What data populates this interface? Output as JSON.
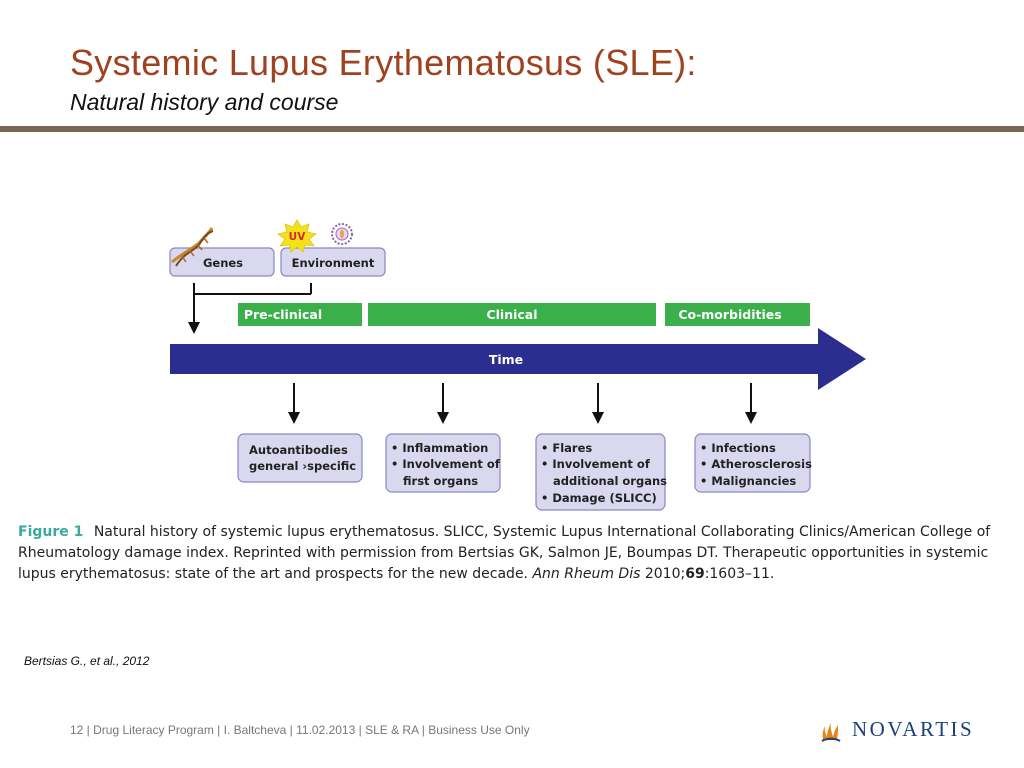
{
  "slide": {
    "title": "Systemic Lupus Erythematosus (SLE):",
    "subtitle": "Natural history and course"
  },
  "diagram": {
    "inputs": {
      "genes": "Genes",
      "environment": "Environment",
      "uv": "UV"
    },
    "phases": [
      "Pre-clinical",
      "Clinical",
      "Co-morbidities"
    ],
    "timeline_label": "Time",
    "outcomes": [
      {
        "lines": [
          "Autoantibodies",
          "general ›specific"
        ]
      },
      {
        "lines": [
          "• Inflammation",
          "• Involvement of",
          "   first organs"
        ]
      },
      {
        "lines": [
          "• Flares",
          "• Involvement of",
          "   additional organs",
          "• Damage (SLICC)"
        ]
      },
      {
        "lines": [
          "• Infections",
          "• Atherosclerosis",
          "• Malignancies"
        ]
      }
    ],
    "colors": {
      "phase_bar": "#3bb04a",
      "time_arrow": "#2b2d8f",
      "box_fill": "#d9d8ef",
      "box_border": "#8a87c2",
      "uv_burst": "#f3e21a",
      "uv_text": "#d9272e"
    }
  },
  "caption": {
    "label": "Figure 1",
    "text1": "Natural history of systemic lupus erythematosus. SLICC, Systemic Lupus International Collaborating Clinics/American College of Rheumatology damage index. Reprinted with permission from Bertsias GK, Salmon JE, Boumpas DT. Therapeutic opportunities in systemic lupus erythematosus: state of the art and prospects for the new decade.",
    "journal": "Ann Rheum Dis",
    "year": "2010;",
    "volume": "69",
    "pages": ":1603–11."
  },
  "reference": "Bertsias G., et al., 2012",
  "footer": "12  |  Drug Literacy Program  |  I. Baltcheva  |  11.02.2013  |  SLE & RA  |  Business Use Only",
  "logo": {
    "text": "NOVARTIS",
    "color": "#1d3f7a",
    "flame_color": "#e5861c"
  }
}
